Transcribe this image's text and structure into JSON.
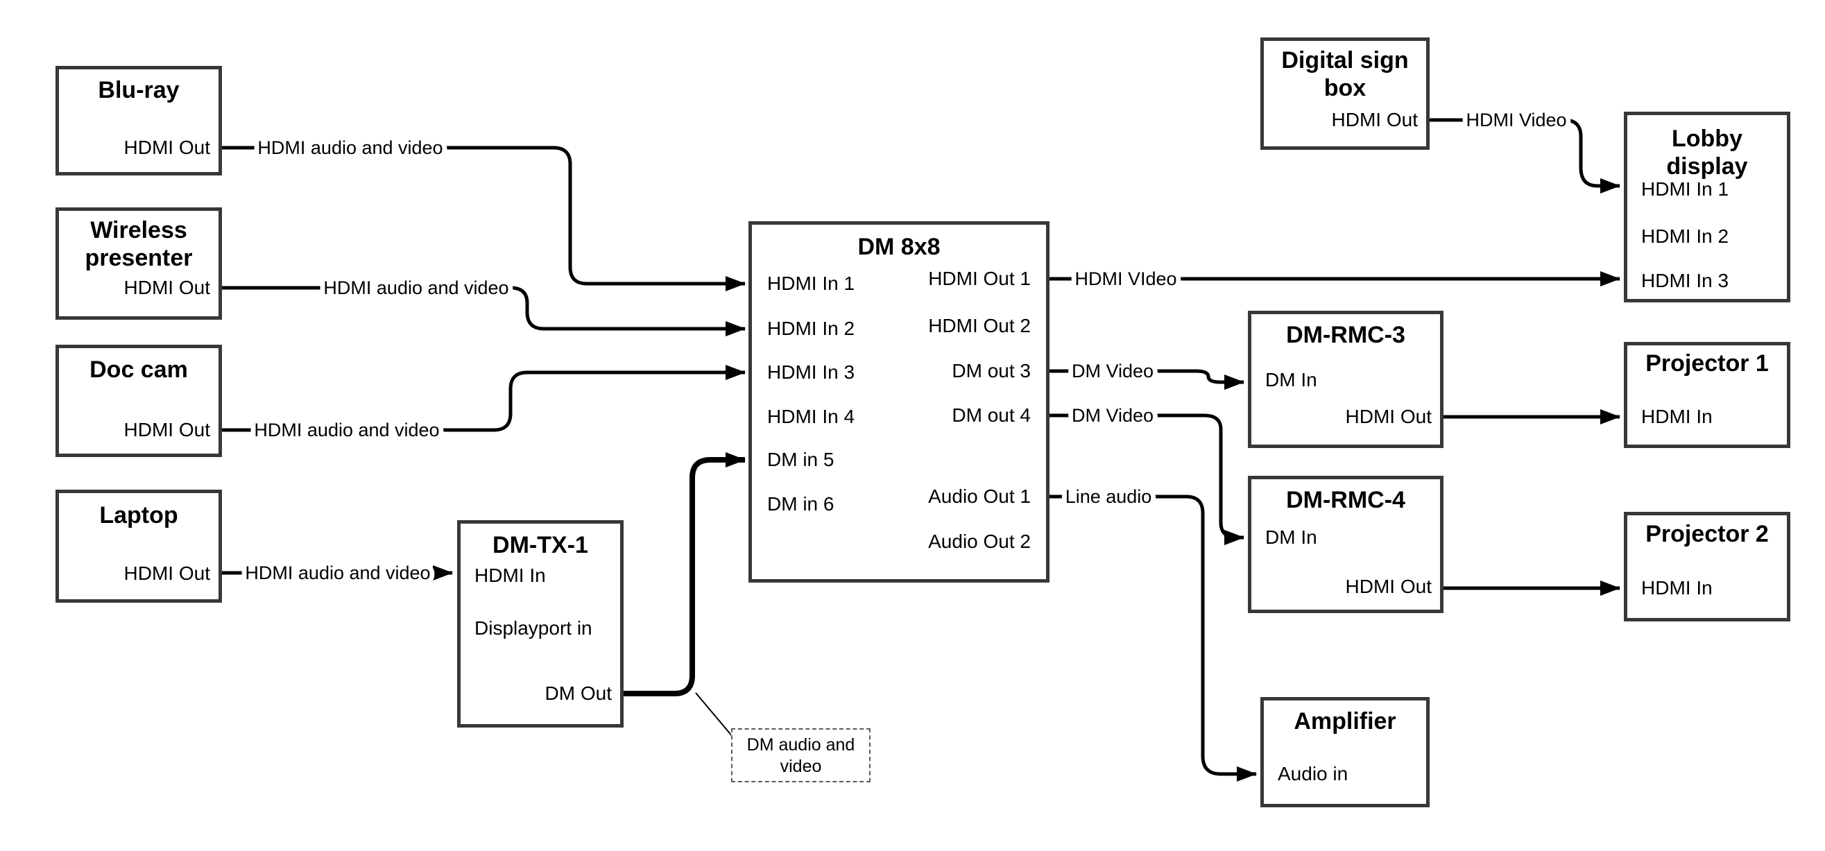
{
  "diagram": {
    "colors": {
      "background": "#ffffff",
      "node_border": "#383838",
      "wire": "#000000",
      "text": "#000000"
    },
    "nodes": {
      "bluray": {
        "title": "Blu-ray",
        "hdmi_out": "HDMI Out"
      },
      "wireless": {
        "title": "Wireless presenter",
        "hdmi_out": "HDMI Out"
      },
      "doccam": {
        "title": "Doc cam",
        "hdmi_out": "HDMI Out"
      },
      "laptop": {
        "title": "Laptop",
        "hdmi_out": "HDMI Out"
      },
      "dmtx1": {
        "title": "DM-TX-1",
        "hdmi_in": "HDMI In",
        "displayport_in": "Displayport in",
        "dm_out": "DM Out"
      },
      "dm8x8": {
        "title": "DM 8x8",
        "in1": "HDMI In 1",
        "in2": "HDMI In 2",
        "in3": "HDMI In 3",
        "in4": "HDMI In 4",
        "in5": "DM in 5",
        "in6": "DM in 6",
        "out1": "HDMI Out 1",
        "out2": "HDMI Out 2",
        "out3": "DM out 3",
        "out4": "DM out 4",
        "aout1": "Audio Out 1",
        "aout2": "Audio Out 2"
      },
      "digital_sign": {
        "title": "Digital sign box",
        "hdmi_out": "HDMI Out"
      },
      "lobby": {
        "title": "Lobby display",
        "in1": "HDMI In 1",
        "in2": "HDMI In 2",
        "in3": "HDMI In 3"
      },
      "rmc3": {
        "title": "DM-RMC-3",
        "dm_in": "DM In",
        "hdmi_out": "HDMI Out"
      },
      "proj1": {
        "title": "Projector 1",
        "hdmi_in": "HDMI In"
      },
      "rmc4": {
        "title": "DM-RMC-4",
        "dm_in": "DM In",
        "hdmi_out": "HDMI Out"
      },
      "proj2": {
        "title": "Projector 2",
        "hdmi_in": "HDMI In"
      },
      "amp": {
        "title": "Amplifier",
        "audio_in": "Audio in"
      }
    },
    "edge_labels": {
      "bluray_dm8x8": "HDMI audio and video",
      "wireless_dm8x8": "HDMI audio and video",
      "doccam_dm8x8": "HDMI audio and video",
      "laptop_dmtx1": "HDMI audio and video",
      "out1_lobby": "HDMI VIdeo",
      "out3_rmc3": "DM Video",
      "out4_rmc4": "DM Video",
      "aout1_amp": "Line audio",
      "sign_lobby": "HDMI Video"
    },
    "annotation": {
      "text": "DM audio and video"
    }
  }
}
